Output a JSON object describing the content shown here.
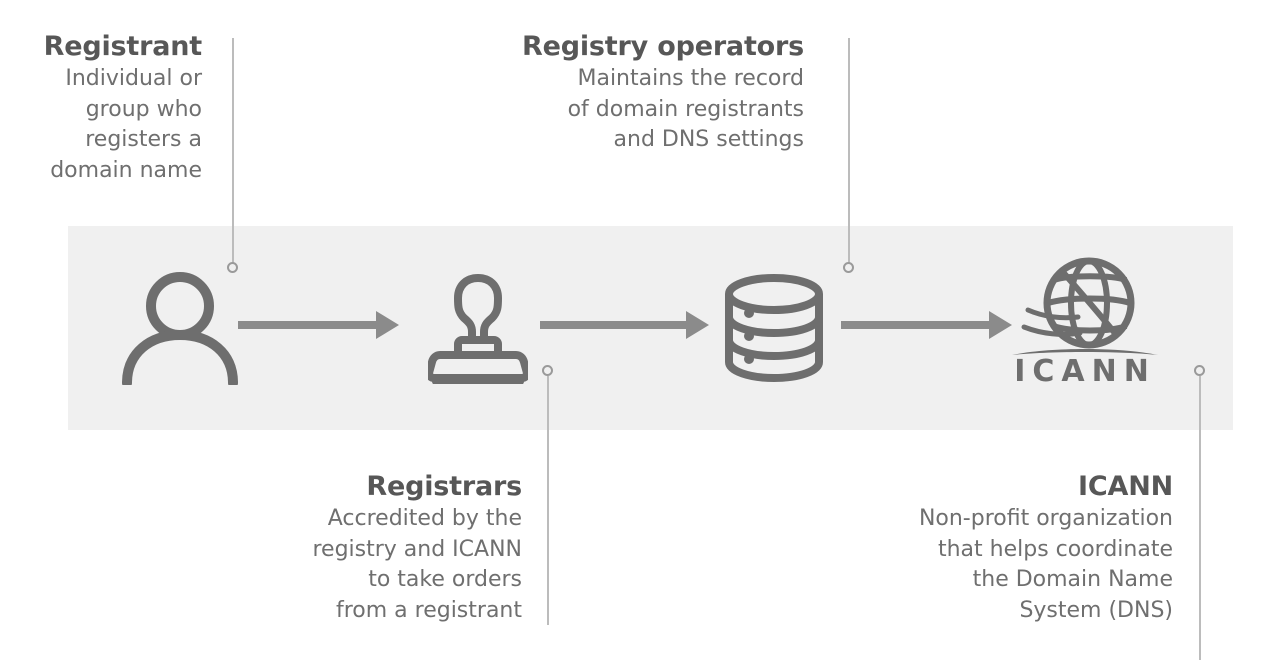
{
  "diagram": {
    "title_semantic": "domain-name-ecosystem",
    "band_color": "#f0f0f0",
    "ink_color": "#6f6f6f",
    "heading_color": "#575757",
    "connector_color": "#bcbcbc",
    "arrow_color": "#8b8b8b"
  },
  "nodes": [
    {
      "id": "registrant",
      "icon": "person-icon",
      "title": "Registrant",
      "desc_lines": [
        "Individual or",
        "group who",
        "registers a",
        "domain name"
      ],
      "position": "above"
    },
    {
      "id": "registrars",
      "icon": "stamp-icon",
      "title": "Registrars",
      "desc_lines": [
        "Accredited by the",
        "registry and ICANN",
        "to take orders",
        "from a registrant"
      ],
      "position": "below"
    },
    {
      "id": "registry-operators",
      "icon": "database-icon",
      "title": "Registry operators",
      "desc_lines": [
        "Maintains the record",
        "of domain registrants",
        "and DNS settings"
      ],
      "position": "above"
    },
    {
      "id": "icann",
      "icon": "icann-globe-logo",
      "title": "ICANN",
      "desc_lines": [
        "Non-profit organization",
        "that helps coordinate",
        "the Domain Name",
        "System (DNS)"
      ],
      "position": "below",
      "logo_wordmark": "ICANN"
    }
  ],
  "arrows": [
    {
      "from": "registrant",
      "to": "registrars"
    },
    {
      "from": "registrars",
      "to": "registry-operators"
    },
    {
      "from": "registry-operators",
      "to": "icann"
    }
  ]
}
